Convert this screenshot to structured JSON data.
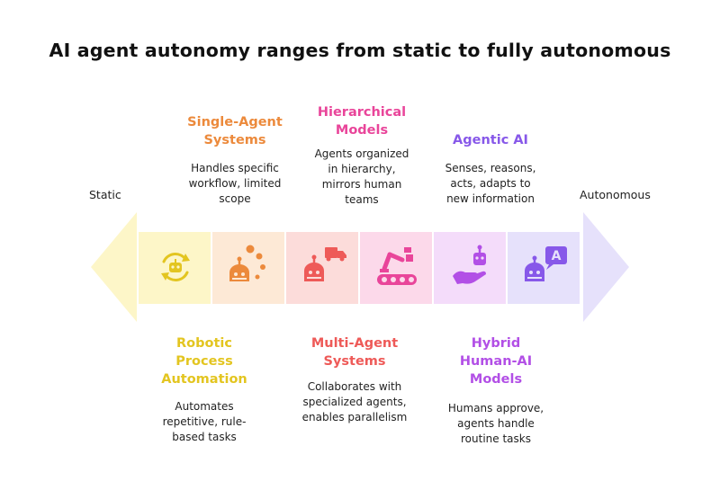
{
  "title": "AI agent autonomy ranges from static to fully autonomous",
  "ends": {
    "left": "Static",
    "right": "Autonomous"
  },
  "stages": [
    {
      "name": "Robotic\nProcess\nAutomation",
      "desc": "Automates\nrepetitive, rule-\nbased tasks",
      "color": "#e3c520",
      "tint": "#fdf6c8",
      "icon": "refresh-robot-icon"
    },
    {
      "name": "Single-Agent\nSystems",
      "desc": "Handles specific\nworkflow, limited\nscope",
      "color": "#ec8a3c",
      "tint": "#fde9d6",
      "icon": "robot-dots-icon"
    },
    {
      "name": "Multi-Agent\nSystems",
      "desc": "Collaborates with\nspecialized agents,\nenables parallelism",
      "color": "#ee5a58",
      "tint": "#fcdcda",
      "icon": "robot-truck-icon"
    },
    {
      "name": "Hierarchical\nModels",
      "desc": "Agents organized\nin hierarchy,\nmirrors human\nteams",
      "color": "#e9459a",
      "tint": "#fcd9ea",
      "icon": "robot-arm-conveyor-icon"
    },
    {
      "name": "Hybrid\nHuman-AI\nModels",
      "desc": "Humans approve,\nagents handle\nroutine tasks",
      "color": "#b24fe6",
      "tint": "#f4dcfa",
      "icon": "hand-robot-icon"
    },
    {
      "name": "Agentic AI",
      "desc": "Senses, reasons,\nacts, adapts to\nnew information",
      "color": "#8758e9",
      "tint": "#e6e1fb",
      "icon": "robot-speech-icon"
    }
  ],
  "arrow_colors": {
    "left": "#fdf6c8",
    "right": "#e6e1fb"
  }
}
